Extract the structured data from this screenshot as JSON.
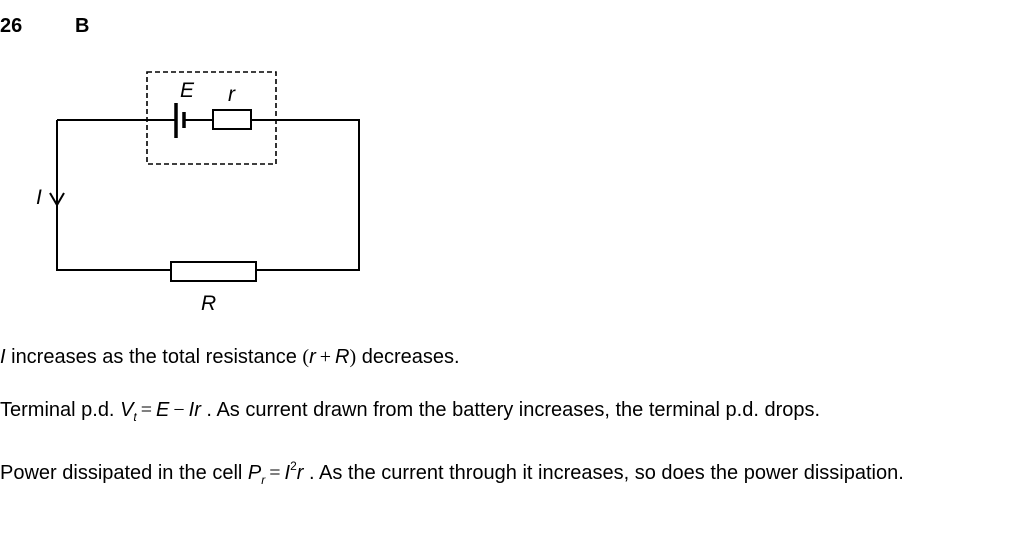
{
  "question": {
    "number": "26",
    "answer": "B"
  },
  "diagram": {
    "labels": {
      "emf": "E",
      "internal_resistance": "r",
      "current": "I",
      "external_resistance": "R"
    }
  },
  "explanation": {
    "p1": {
      "var": "I",
      "text": " increases as the total resistance ",
      "expr_open": "(",
      "expr_r": "r",
      "expr_plus": "+",
      "expr_R": "R",
      "expr_close": ")",
      "tail": " decreases."
    },
    "p2": {
      "lead": "Terminal p.d. ",
      "V": "V",
      "V_sub": "t",
      "eq": "=",
      "E": "E",
      "minus": "−",
      "Ir": "Ir",
      "tail": " . As current drawn from the battery increases, the terminal p.d. drops."
    },
    "p3": {
      "lead": "Power dissipated in the cell ",
      "P": "P",
      "P_sub": "r",
      "eq": "=",
      "I": "I",
      "I_sup": "2",
      "r": "r",
      "tail": " . As the current through it increases, so does the power dissipation."
    }
  }
}
